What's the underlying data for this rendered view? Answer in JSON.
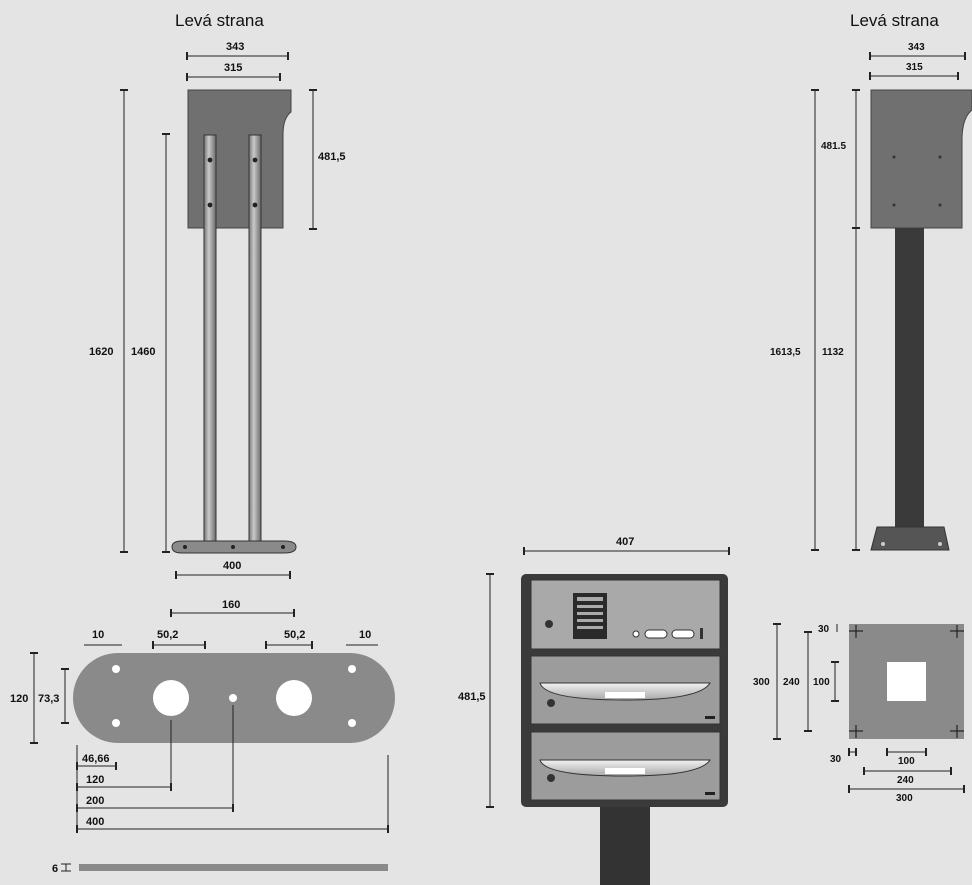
{
  "titles": {
    "left": "Levá strana",
    "right": "Levá strana"
  },
  "stand_two_posts": {
    "top_width": "343",
    "inner_width": "315",
    "panel_height": "481,5",
    "total_height": "1620",
    "post_height": "1460",
    "base_width": "400"
  },
  "base_plate": {
    "hole_spacing": "160",
    "hole_diameter_left": "50,2",
    "hole_diameter_right": "50,2",
    "edge_left": "10",
    "edge_right": "10",
    "height": "120",
    "hole_pitch": "73,3",
    "offsets": [
      "46,66",
      "120",
      "200",
      "400"
    ],
    "thickness": "6"
  },
  "mailbox_front": {
    "width": "407",
    "height": "481,5"
  },
  "stand_single_post": {
    "top_width": "343",
    "inner_width": "315",
    "panel_height": "481.5",
    "total_height": "1613,5",
    "post_height": "1132"
  },
  "square_plate": {
    "outer": "300",
    "inner": "240",
    "opening": "100",
    "edge": "30",
    "bottom_edge": "30",
    "bottom_opening": "100",
    "bottom_inner": "240",
    "bottom_outer": "300"
  },
  "colors": {
    "background": "#e4e4e4",
    "metal": "#8a8a8a",
    "dark": "#333333",
    "post": "#3a3a3a",
    "panel": "#6d6d6d"
  }
}
